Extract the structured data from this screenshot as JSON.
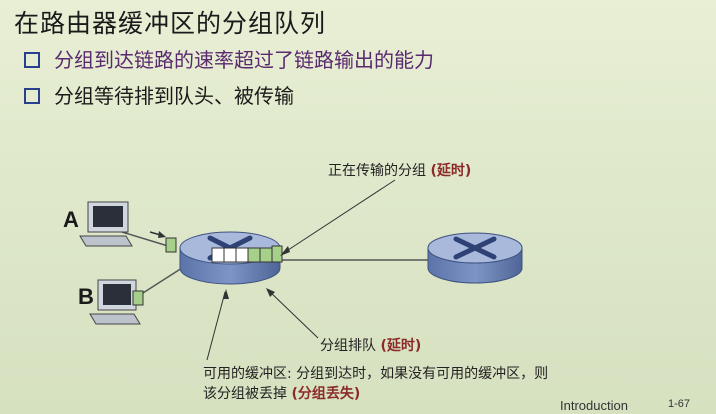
{
  "slide": {
    "title": "在路由器缓冲区的分组队列",
    "bullets": [
      "分组到达链路的速率超过了链路输出的能力",
      "分组等待排到队头、被传输"
    ]
  },
  "diagram": {
    "host_a": "A",
    "host_b": "B",
    "label_transmitting": "正在传输的分组",
    "label_transmitting_delay": "(延时)",
    "label_queueing": "分组排队",
    "label_queueing_delay": "(延时)",
    "label_buffer_line1": "可用的缓冲区: 分组到达时，如果没有可用的缓冲区，则",
    "label_buffer_line2": "该分组被丢掉",
    "label_buffer_loss": "(分组丢失)"
  },
  "footer": {
    "section": "Introduction",
    "page": "1-67"
  },
  "colors": {
    "router_body": "#6f88bb",
    "router_top": "#a9b9dc",
    "packet_green": "#a6d08a",
    "link": "#555555"
  }
}
